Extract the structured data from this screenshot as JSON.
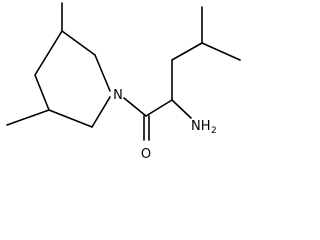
{
  "structure": {
    "style": "skeletal formula",
    "line_color": "#000000",
    "background": "#ffffff",
    "atom_labels": {
      "nitrogen": "N",
      "oxygen": "O",
      "amine_element": "NH",
      "amine_subscript": "2"
    }
  }
}
